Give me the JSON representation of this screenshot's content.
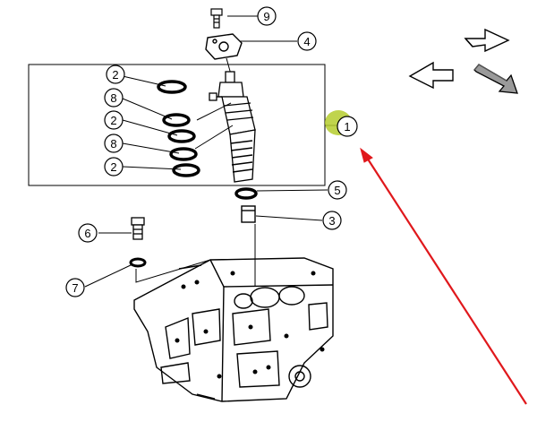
{
  "diagram": {
    "callouts": {
      "c1": "1",
      "c2a": "2",
      "c2b": "2",
      "c2c": "2",
      "c3": "3",
      "c4": "4",
      "c5": "5",
      "c6": "6",
      "c7": "7",
      "c8a": "8",
      "c8b": "8",
      "c9": "9"
    },
    "icons": [
      "arrow-up-right-outline-icon",
      "arrow-left-outline-icon",
      "arrow-down-right-shaded-icon"
    ],
    "colors": {
      "line": "#000000",
      "highlight": "#b5cc2e",
      "annotation_arrow": "#e0181c"
    }
  }
}
